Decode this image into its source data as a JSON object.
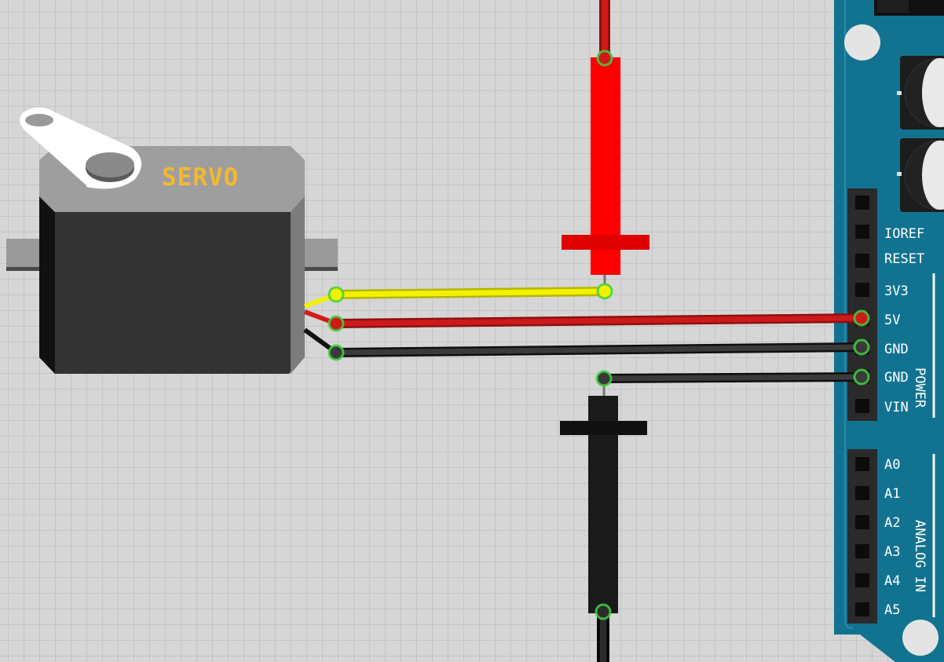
{
  "servo": {
    "label": "SERVO"
  },
  "board": {
    "power_header": {
      "group_label": "POWER",
      "pins": [
        "IOREF",
        "RESET",
        "3V3",
        "5V",
        "GND",
        "GND",
        "VIN"
      ]
    },
    "analog_header": {
      "group_label": "ANALOG IN",
      "pins": [
        "A0",
        "A1",
        "A2",
        "A3",
        "A4",
        "A5"
      ]
    }
  },
  "colors": {
    "signal_wire": "#f2f200",
    "power_wire": "#cc1a1a",
    "ground_wire": "#2a2a2a",
    "board": "#127391",
    "servo_body": "#333333",
    "probe_positive": "#ff0000",
    "probe_negative": "#1a1a1a"
  }
}
